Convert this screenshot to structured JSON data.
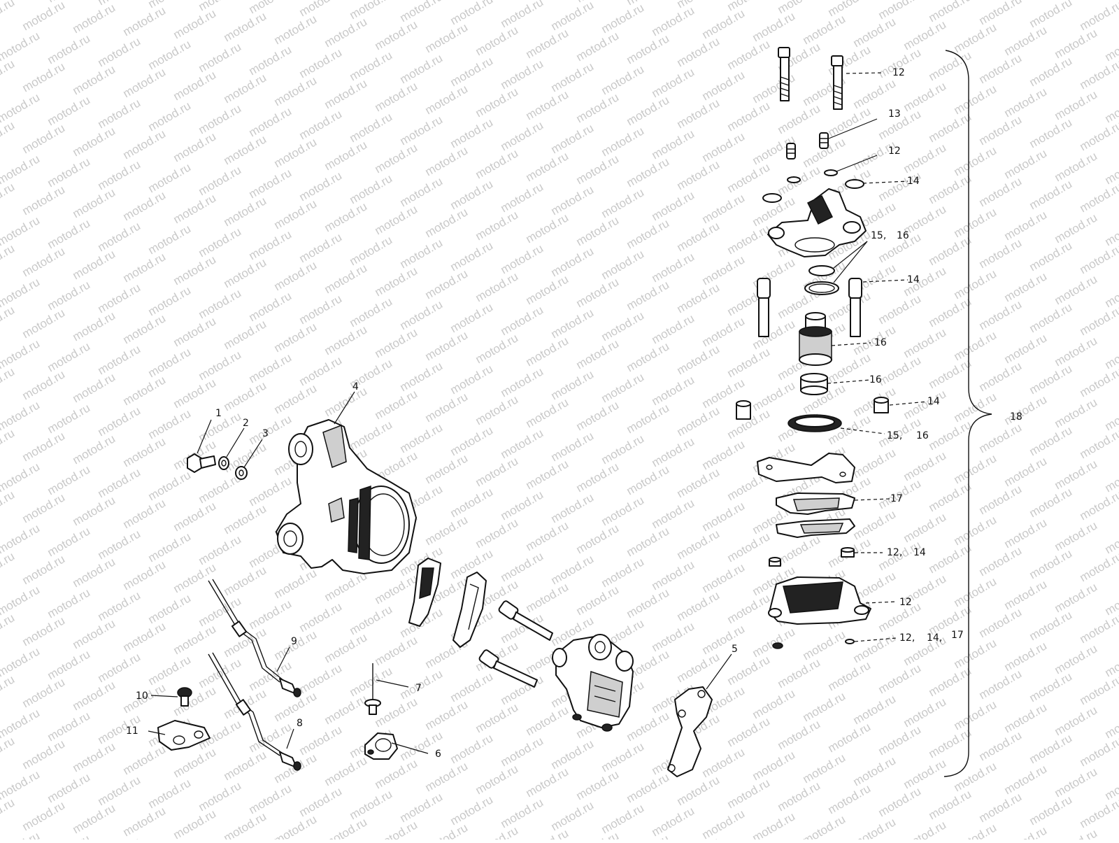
{
  "watermark": {
    "text": "motod.ru",
    "color": "#c9c9c9"
  },
  "callouts": {
    "c1": "1",
    "c2": "2",
    "c3": "3",
    "c4": "4",
    "c5": "5",
    "c6": "6",
    "c7": "7",
    "c8": "8",
    "c9": "9",
    "c10": "10",
    "c11": "11",
    "c12_top": "12",
    "c13": "13",
    "c12_b": "12",
    "c14_a": "14",
    "c15_16_a": "15,",
    "c16_a": "16",
    "c14_b": "14",
    "c16_b": "16",
    "c16_c": "16",
    "c14_c": "14",
    "c15_b": "15,",
    "c16_d": "16",
    "c17": "17",
    "c12_c": "12,",
    "c14_d": "14",
    "c12_d": "12",
    "c12_e": "12,",
    "c14_e": "14,",
    "c17_b": "17",
    "c18": "18"
  }
}
